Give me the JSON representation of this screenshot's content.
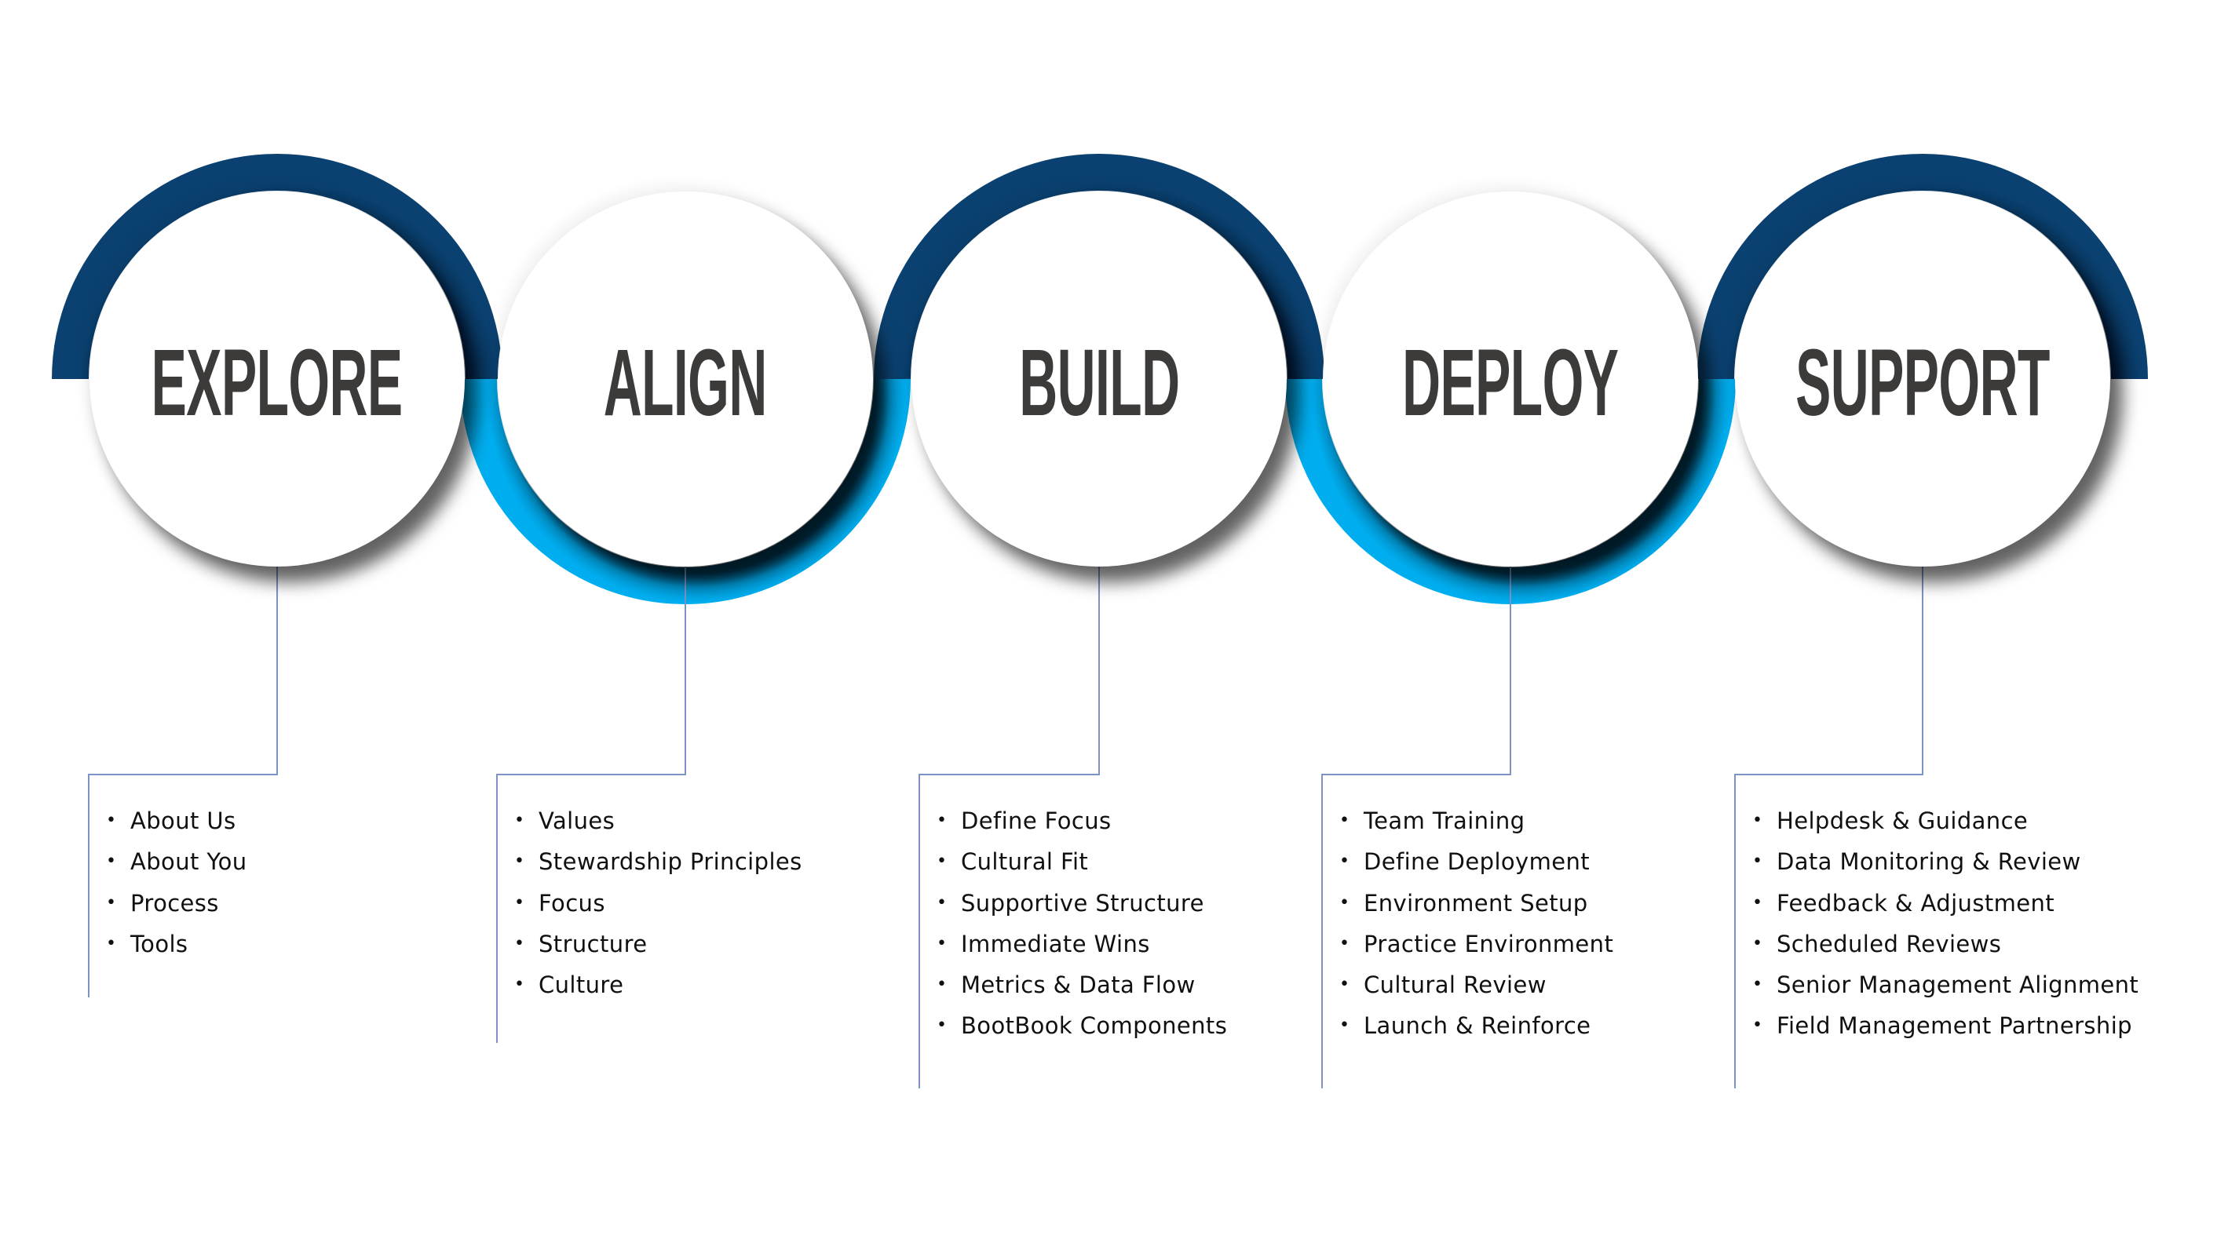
{
  "diagram": {
    "colors": {
      "ring_dark": "#0b4170",
      "ring_light": "#00aeef",
      "title_text": "#3c3b3a",
      "connector": "#7d93c6",
      "list_text": "#101010"
    },
    "bullet_glyph": "•",
    "stages": [
      {
        "title": "EXPLORE",
        "ring": "dark-top",
        "items": [
          "About Us",
          "About You",
          "Process",
          "Tools"
        ]
      },
      {
        "title": "ALIGN",
        "ring": "light-bottom",
        "items": [
          "Values",
          "Stewardship Principles",
          "Focus",
          "Structure",
          "Culture"
        ]
      },
      {
        "title": "BUILD",
        "ring": "dark-top",
        "items": [
          "Define Focus",
          "Cultural Fit",
          "Supportive Structure",
          "Immediate Wins",
          "Metrics & Data Flow",
          "BootBook Components"
        ]
      },
      {
        "title": "DEPLOY",
        "ring": "light-bottom",
        "items": [
          "Team Training",
          "Define Deployment",
          "Environment Setup",
          "Practice Environment",
          "Cultural Review",
          "Launch & Reinforce"
        ]
      },
      {
        "title": "SUPPORT",
        "ring": "dark-top",
        "items": [
          "Helpdesk & Guidance",
          "Data Monitoring & Review",
          "Feedback & Adjustment",
          "Scheduled Reviews",
          "Senior Management Alignment",
          "Field Management Partnership"
        ]
      }
    ]
  }
}
